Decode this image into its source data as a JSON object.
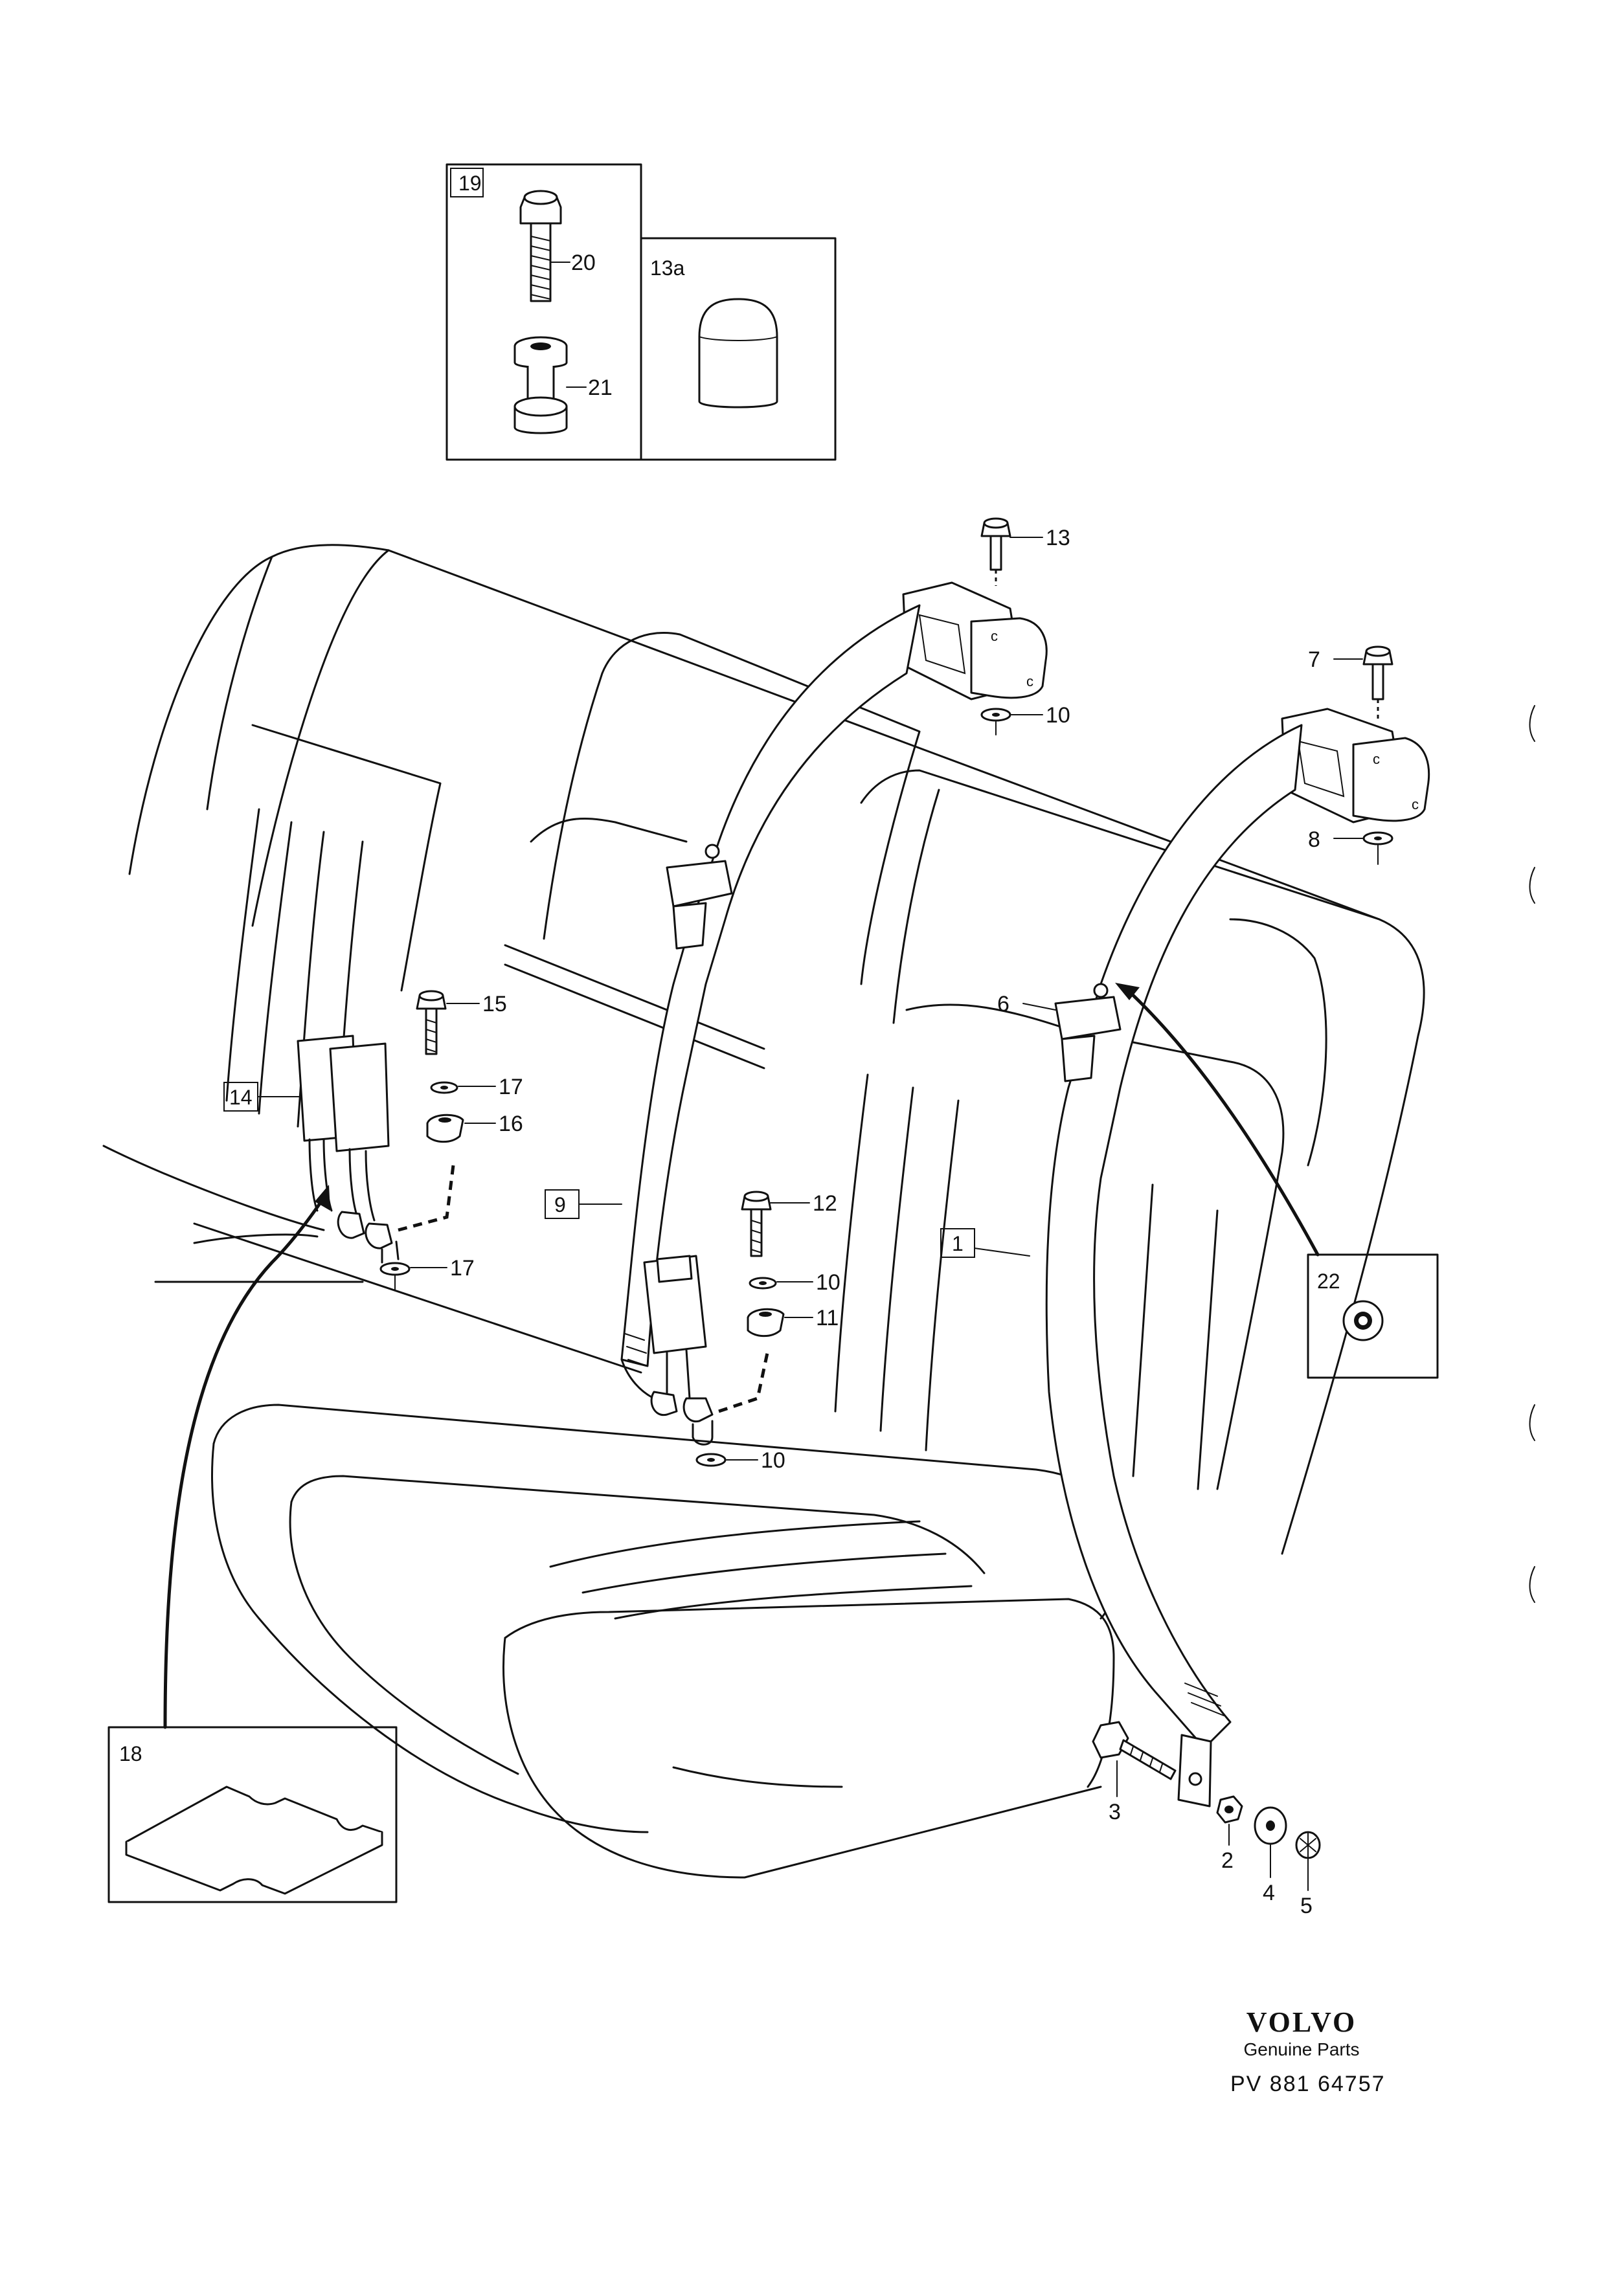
{
  "diagram": {
    "inset_labels": {
      "bolt_set": "19",
      "cap": "13a",
      "spacer": "18",
      "grommet": "22"
    },
    "part_labels": {
      "bolt": "20",
      "bushing": "21",
      "upper_bolt_middle": "13",
      "washer_middle_anchor": "10",
      "upper_bolt_right": "7",
      "washer_right_anchor": "8",
      "guide_right": "6",
      "bolt_left_buckle": "15",
      "washer_left_upper": "17",
      "clip_left": "16",
      "buckle_left": "14",
      "washer_left_lower": "17",
      "belt_middle": "9",
      "bolt_middle_buckle": "12",
      "washer_middle_upper": "10",
      "clip_middle": "11",
      "washer_middle_lower": "10",
      "belt_right": "1",
      "floor_bolt": "3",
      "nut": "2",
      "washer_large": "4",
      "washer_star": "5"
    }
  },
  "brand": {
    "logo": "VOLVO",
    "subtitle": "Genuine Parts",
    "code": "PV 881 64757"
  }
}
